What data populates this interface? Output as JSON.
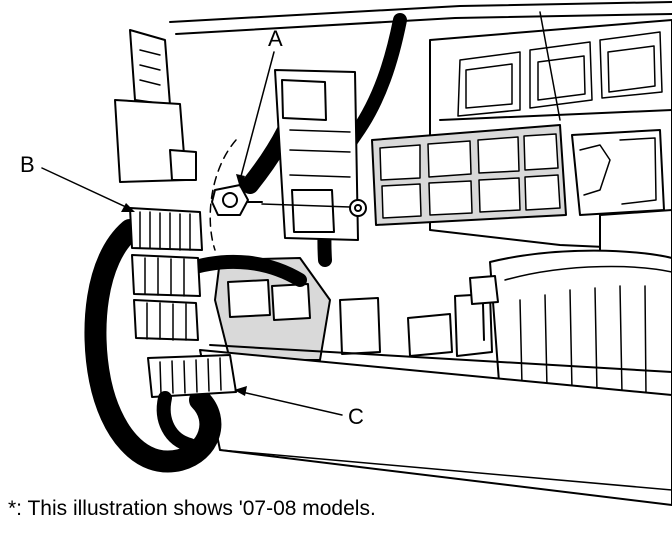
{
  "callouts": {
    "a": "A",
    "b": "B",
    "c": "C"
  },
  "caption": "*: This illustration shows '07-08 models.",
  "colors": {
    "line": "#000000",
    "background": "#ffffff",
    "shade": "#d9d9d9"
  }
}
